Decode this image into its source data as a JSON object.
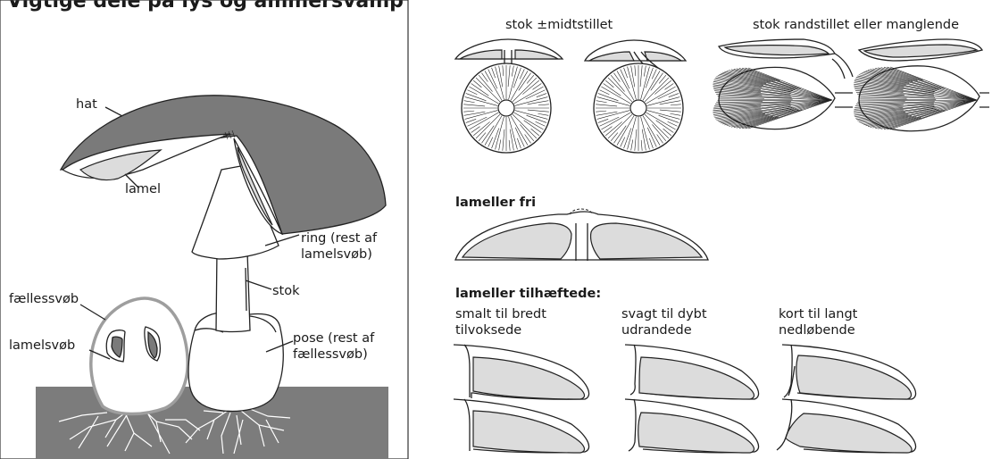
{
  "title": "Vigtige dele på lys og ammersvamp",
  "anatomy": {
    "hat": "hat",
    "lamel": "lamel",
    "ring_line1": "ring (rest af",
    "ring_line2": "lamelsvøb)",
    "stok": "stok",
    "pose_line1": "pose (rest af",
    "pose_line2": "fællessvøb)",
    "faellessvob": "fællessvøb",
    "lamelsvob": "lamelsvøb"
  },
  "stem_position": {
    "central_label": "stok ±midtstillet",
    "lateral_label": "stok randstillet eller manglende"
  },
  "gills_free": {
    "heading": "lameller fri"
  },
  "gills_attached": {
    "heading": "lameller tilhæftede:",
    "types": [
      {
        "line1": "smalt til bredt",
        "line2": "tilvoksede"
      },
      {
        "line1": "svagt til dybt",
        "line2": "udrandede"
      },
      {
        "line1": "kort til langt",
        "line2": "nedløbende"
      }
    ]
  }
}
